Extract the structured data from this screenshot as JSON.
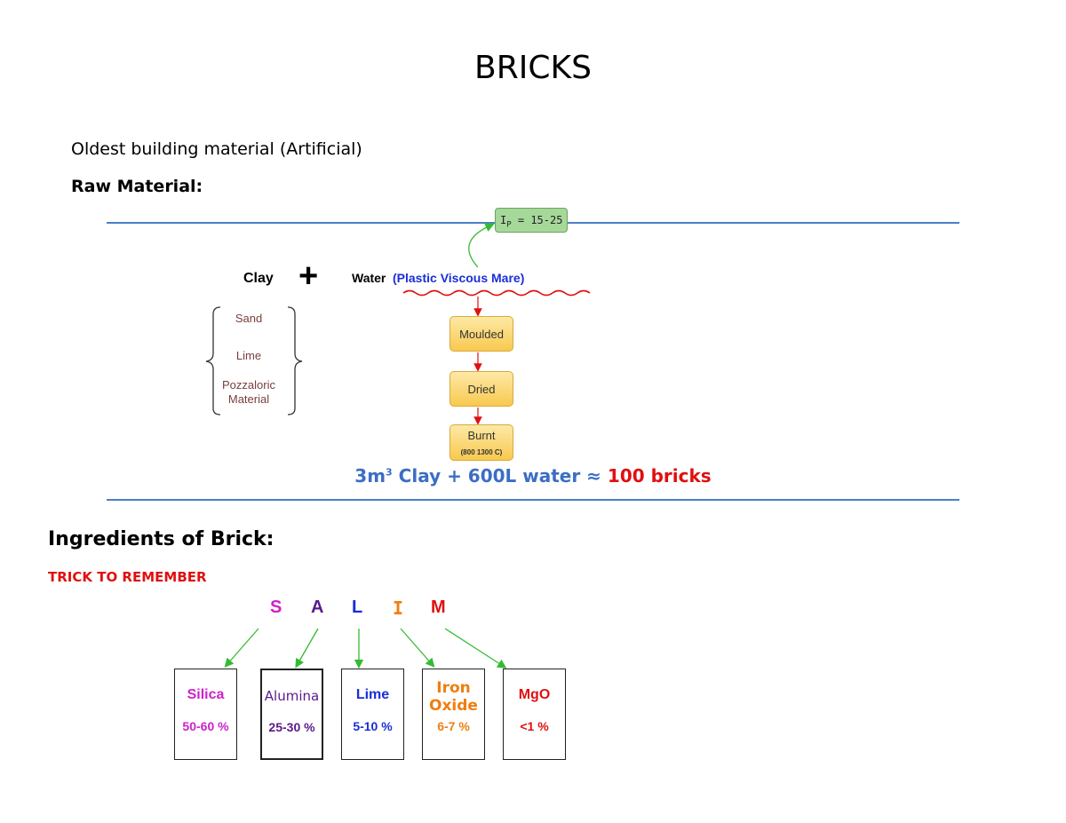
{
  "title": "BRICKS",
  "intro": "Oldest building material (Artificial)",
  "raw_heading": "Raw Material:",
  "raw_diagram": {
    "clay": "Clay",
    "plus": "+",
    "water": "Water",
    "water_note": "(Plastic Viscous Mare)",
    "clay_components": [
      "Sand",
      "Lime",
      "Pozzaloric",
      "Material"
    ],
    "plasticity_var": "I",
    "plasticity_sub": "P",
    "plasticity_value": " = 15-25",
    "steps": [
      "Moulded",
      "Dried",
      "Burnt"
    ],
    "burnt_temp": "(800 1300 C)"
  },
  "formula": {
    "part1": "3m",
    "sup": "3",
    "part2": " Clay + 600L water ≈ ",
    "part3": "100 bricks"
  },
  "ingredients_heading": "Ingredients of Brick:",
  "trick": "TRICK TO REMEMBER",
  "salim_letters": [
    "S",
    "A",
    "L",
    "I",
    "M"
  ],
  "ingredients": [
    {
      "name": "Silica",
      "percent": "50-60 %",
      "color": "#cc22cc"
    },
    {
      "name": "Alumina",
      "percent": "25-30 %",
      "color": "#5a1a8a"
    },
    {
      "name": "Lime",
      "percent": "5-10 %",
      "color": "#1a2ed6"
    },
    {
      "name_line1": "Iron",
      "name_line2": "Oxide",
      "percent": "6-7 %",
      "color": "#f07d10"
    },
    {
      "name": "MgO",
      "percent": "<1 %",
      "color": "#e01010"
    }
  ],
  "colors": {
    "rule": "#4a7fc8",
    "arrow_red": "#e01010",
    "arrow_green": "#33bb33"
  }
}
